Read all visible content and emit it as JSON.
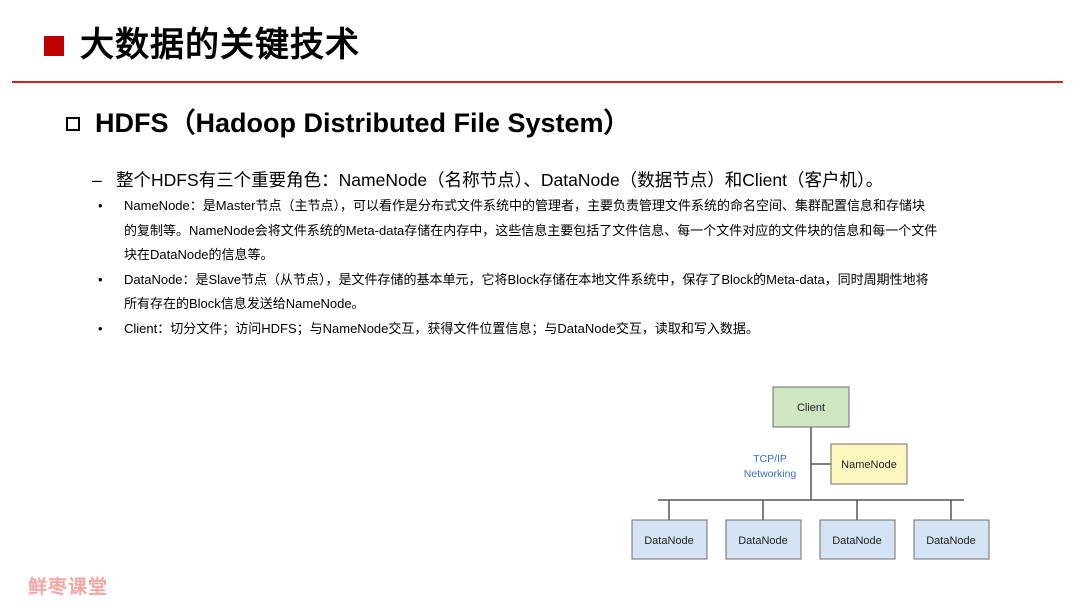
{
  "header": {
    "title": "大数据的关键技术",
    "accent_color": "#c00000",
    "rule_color": "#d9231f"
  },
  "section": {
    "heading": "HDFS（Hadoop Distributed File System）",
    "intro": "整个HDFS有三个重要角色：NameNode（名称节点）、DataNode（数据节点）和Client（客户机）。",
    "intro_marker": "–",
    "bullet_marker": "•",
    "bullets": [
      {
        "line1": "NameNode：是Master节点（主节点），可以看作是分布式文件系统中的管理者，主要负责管理文件系统的命名空间、集群配置信息和存储块",
        "line2": "的复制等。NameNode会将文件系统的Meta-data存储在内存中，这些信息主要包括了文件信息、每一个文件对应的文件块的信息和每一个文件",
        "line3": "块在DataNode的信息等。"
      },
      {
        "line1": "DataNode：是Slave节点（从节点），是文件存储的基本单元，它将Block存储在本地文件系统中，保存了Block的Meta-data，同时周期性地将",
        "line2": "所有存在的Block信息发送给NameNode。"
      },
      {
        "line1": "Client：切分文件；访问HDFS；与NameNode交互，获得文件位置信息；与DataNode交互，读取和写入数据。"
      }
    ]
  },
  "diagram": {
    "client_label": "Client",
    "namenode_label": "NameNode",
    "network_label_line1": "TCP/IP",
    "network_label_line2": "Networking",
    "datanodes": [
      "DataNode",
      "DataNode",
      "DataNode",
      "DataNode"
    ],
    "colors": {
      "client_fill": "#cfe6c3",
      "namenode_fill": "#fdf6bf",
      "datanode_fill": "#d4e4f5",
      "network_text": "#3a6fcf",
      "box_stroke": "#6d6d6d",
      "line_stroke": "#555555"
    }
  },
  "watermark": {
    "text": "鲜枣课堂",
    "color": "#f3a7a3"
  }
}
